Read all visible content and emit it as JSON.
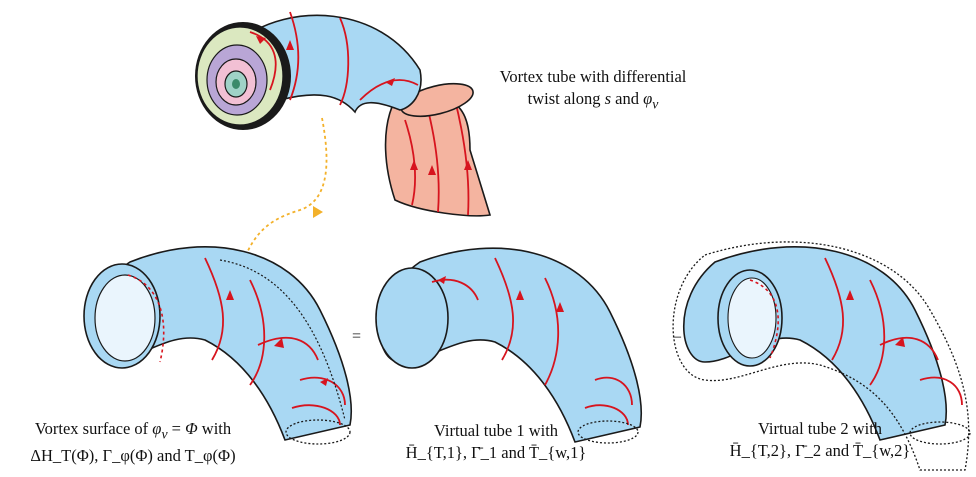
{
  "top_caption": {
    "line1": "Vortex tube with differential",
    "line2_prefix": "twist along ",
    "line2_s": "s",
    "line2_and": " and ",
    "line2_phi": "φ",
    "line2_sub": "v"
  },
  "operators": {
    "equals": "=",
    "minus": "–"
  },
  "captions": {
    "surface": {
      "line1_prefix": "Vortex surface of ",
      "line1_phi": "φ",
      "line1_sub": "v",
      "line1_eq": " = ",
      "line1_Phi": "Φ",
      "line1_suffix": " with",
      "line2": "ΔH_T(Φ), Γ_φ(Φ) and T_φ(Φ)"
    },
    "tube1": {
      "line1": "Virtual tube 1 with",
      "line2": "H̄_{T,1}, Γ̄_1 and T̄_{w,1}"
    },
    "tube2": {
      "line1": "Virtual tube 2 with",
      "line2": "H̄_{T,2}, Γ̄_2 and T̄_{w,2}"
    }
  },
  "colors": {
    "tube_fill": "#a9d8f3",
    "tube_fill_light": "#eaf5fd",
    "outline": "#1a1a1a",
    "field_line": "#d7141e",
    "lower_tube": "#f4b4a0",
    "ring_outer": "#dbe8c0",
    "ring_1": "#b9a6d6",
    "ring_2": "#f2c0d4",
    "ring_3": "#9fd2c7",
    "connector": "#f3b12a"
  }
}
